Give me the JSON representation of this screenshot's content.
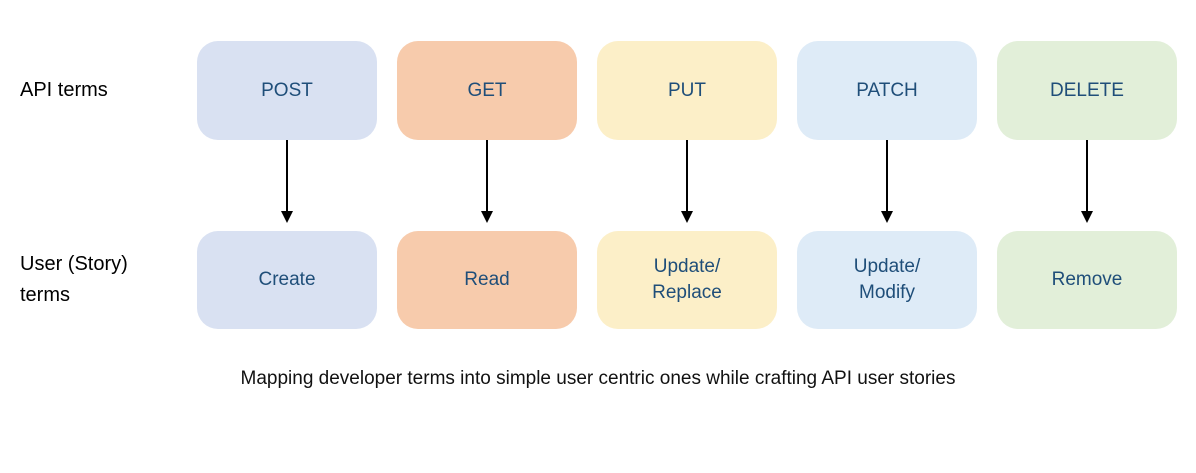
{
  "diagram": {
    "row_labels": {
      "api": "API terms",
      "user": "User (Story)\nterms"
    },
    "columns": [
      {
        "api": "POST",
        "user": "Create",
        "color": "#D9E1F2"
      },
      {
        "api": "GET",
        "user": "Read",
        "color": "#F7CBAC"
      },
      {
        "api": "PUT",
        "user": "Update/\nReplace",
        "color": "#FCEFC8"
      },
      {
        "api": "PATCH",
        "user": "Update/\nModify",
        "color": "#DEEBF7"
      },
      {
        "api": "DELETE",
        "user": "Remove",
        "color": "#E2EFD9"
      }
    ],
    "text_color": "#1F4E79",
    "arrow_color": "#000000",
    "caption": "Mapping developer terms into simple user centric ones while crafting API user stories"
  }
}
